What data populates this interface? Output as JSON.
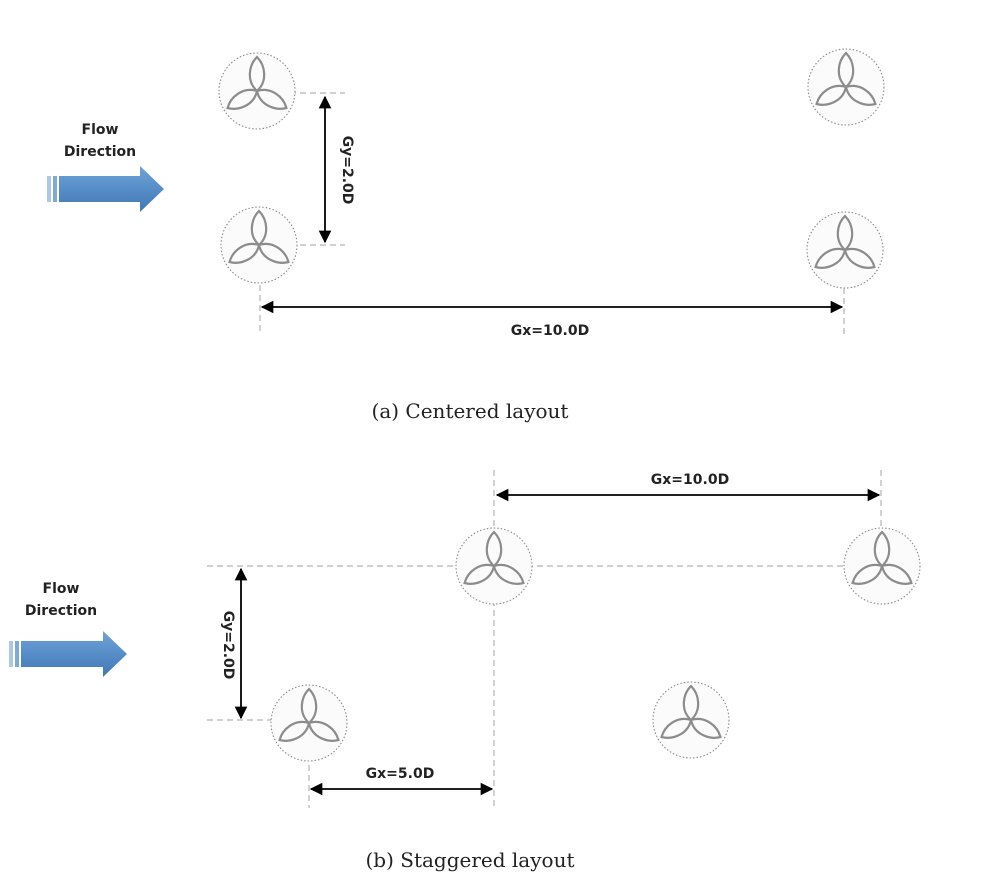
{
  "panels": [
    {
      "flow_label_line1": "Flow",
      "flow_label_line2": "Direction",
      "gy_label": "Gy=2.0D",
      "gx_label": "Gx=10.0D",
      "caption": "(a) Centered layout"
    },
    {
      "flow_label_line1": "Flow",
      "flow_label_line2": "Direction",
      "gy_label": "Gy=2.0D",
      "gx_label": "Gx=5.0D",
      "gx2_label": "Gx=10.0D",
      "caption": "(b) Staggered layout"
    }
  ],
  "colors": {
    "arrow": "#4a86c5",
    "turbine": "#8c8c8c",
    "guide_line": "#b3b3b3"
  }
}
